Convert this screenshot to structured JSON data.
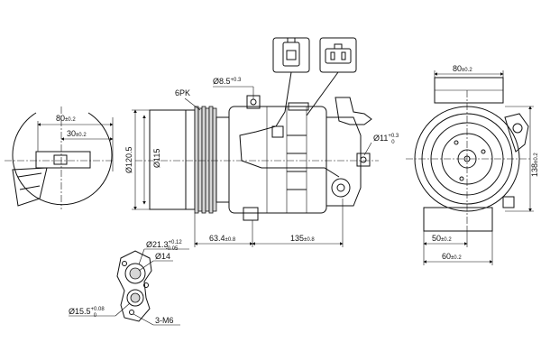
{
  "dimensions": {
    "d_80_left": {
      "value": "80",
      "tol": "±0.2"
    },
    "d_30_left": {
      "value": "30",
      "tol": "±0.2"
    },
    "d_8_5": {
      "value": "Ø8.5",
      "tol": "+0.3"
    },
    "d_6pk": {
      "value": "6PK"
    },
    "d_120_5": {
      "value": "Ø120.5"
    },
    "d_115": {
      "value": "Ø115"
    },
    "d_63_4": {
      "value": "63.4",
      "tol": "±0.8"
    },
    "d_135": {
      "value": "135",
      "tol": "±0.8"
    },
    "d_11": {
      "value": "Ø11",
      "tol_up": "+0.3",
      "tol_down": "0"
    },
    "d_80_right": {
      "value": "80",
      "tol": "±0.2"
    },
    "d_138": {
      "value": "138",
      "tol": "±0.2"
    },
    "d_50": {
      "value": "50",
      "tol": "±0.2"
    },
    "d_60": {
      "value": "60",
      "tol": "±0.2"
    },
    "d_21_3": {
      "value": "Ø21.3",
      "tol_up": "+0.12",
      "tol_down": "-0.05"
    },
    "d_14": {
      "value": "Ø14"
    },
    "d_15_5": {
      "value": "Ø15.5",
      "tol_up": "+0.08",
      "tol_down": "0"
    },
    "d_3m6": {
      "value": "3-M6"
    }
  }
}
